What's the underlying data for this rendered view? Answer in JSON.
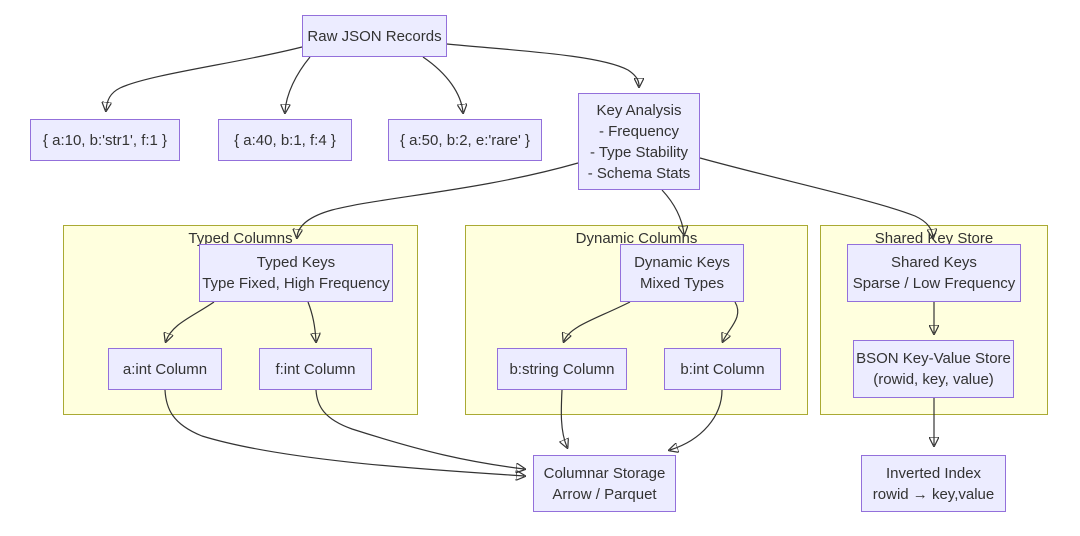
{
  "colors": {
    "bg": "#ffffff",
    "node_fill": "#ECECFF",
    "node_border": "#9370DB",
    "cluster_fill": "#FFFFDE",
    "cluster_border": "#AAAA33",
    "edge": "#333333",
    "text": "#333333"
  },
  "clusters": {
    "typed_columns": {
      "label": "Typed Columns"
    },
    "dynamic_columns": {
      "label": "Dynamic Columns"
    },
    "shared_key_store": {
      "label": "Shared Key Store"
    }
  },
  "nodes": {
    "raw": {
      "lines": [
        "Raw JSON Records"
      ]
    },
    "rec1": {
      "lines": [
        "{ a:10, b:'str1', f:1 }"
      ]
    },
    "rec2": {
      "lines": [
        "{ a:40, b:1, f:4 }"
      ]
    },
    "rec3": {
      "lines": [
        "{ a:50, b:2, e:'rare' }"
      ]
    },
    "key_analysis": {
      "lines": [
        "Key Analysis",
        "- Frequency",
        "- Type Stability",
        "- Schema Stats"
      ]
    },
    "typed_keys": {
      "lines": [
        "Typed Keys",
        "Type Fixed, High Frequency"
      ]
    },
    "a_col": {
      "lines": [
        "a:int Column"
      ]
    },
    "f_col": {
      "lines": [
        "f:int Column"
      ]
    },
    "dyn_keys": {
      "lines": [
        "Dynamic Keys",
        "Mixed Types"
      ]
    },
    "b_str_col": {
      "lines": [
        "b:string Column"
      ]
    },
    "b_int_col": {
      "lines": [
        "b:int Column"
      ]
    },
    "shared_keys": {
      "lines": [
        "Shared Keys",
        "Sparse / Low Frequency"
      ]
    },
    "bson_store": {
      "lines": [
        "BSON Key-Value Store",
        "(rowid, key, value)"
      ]
    },
    "columnar": {
      "lines": [
        "Columnar Storage",
        "Arrow / Parquet"
      ]
    },
    "inverted": {
      "lines": [
        "Inverted Index",
        "rowid → key,value"
      ]
    }
  },
  "edges": [
    {
      "from": "raw",
      "to": "rec1"
    },
    {
      "from": "raw",
      "to": "rec2"
    },
    {
      "from": "raw",
      "to": "rec3"
    },
    {
      "from": "raw",
      "to": "key_analysis"
    },
    {
      "from": "key_analysis",
      "to": "typed_keys"
    },
    {
      "from": "key_analysis",
      "to": "dyn_keys"
    },
    {
      "from": "key_analysis",
      "to": "shared_keys"
    },
    {
      "from": "typed_keys",
      "to": "a_col"
    },
    {
      "from": "typed_keys",
      "to": "f_col"
    },
    {
      "from": "dyn_keys",
      "to": "b_str_col"
    },
    {
      "from": "dyn_keys",
      "to": "b_int_col"
    },
    {
      "from": "shared_keys",
      "to": "bson_store"
    },
    {
      "from": "a_col",
      "to": "columnar"
    },
    {
      "from": "f_col",
      "to": "columnar"
    },
    {
      "from": "b_str_col",
      "to": "columnar"
    },
    {
      "from": "b_int_col",
      "to": "columnar"
    },
    {
      "from": "bson_store",
      "to": "inverted"
    }
  ]
}
